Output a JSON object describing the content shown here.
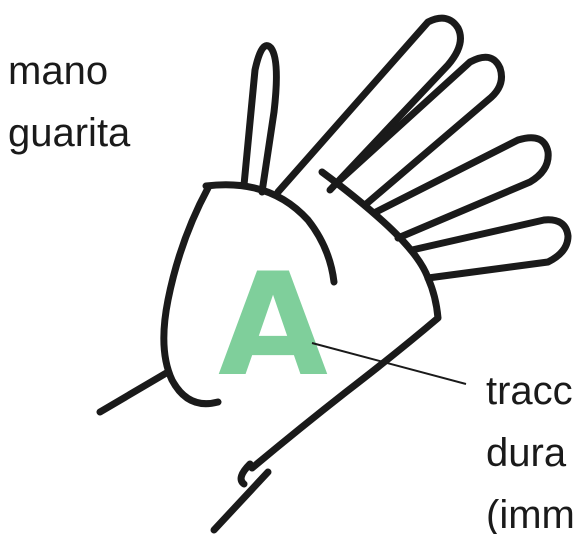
{
  "left_label": {
    "line1": "mano",
    "line2": "guarita"
  },
  "palm_letter": {
    "text": "A",
    "color": "#7fcf9b"
  },
  "right_label": {
    "line1": "tracc",
    "line2": "dura",
    "line3": "(imm"
  },
  "colors": {
    "stroke": "#1a1a1a",
    "background": "#ffffff",
    "accent": "#7fcf9b"
  }
}
